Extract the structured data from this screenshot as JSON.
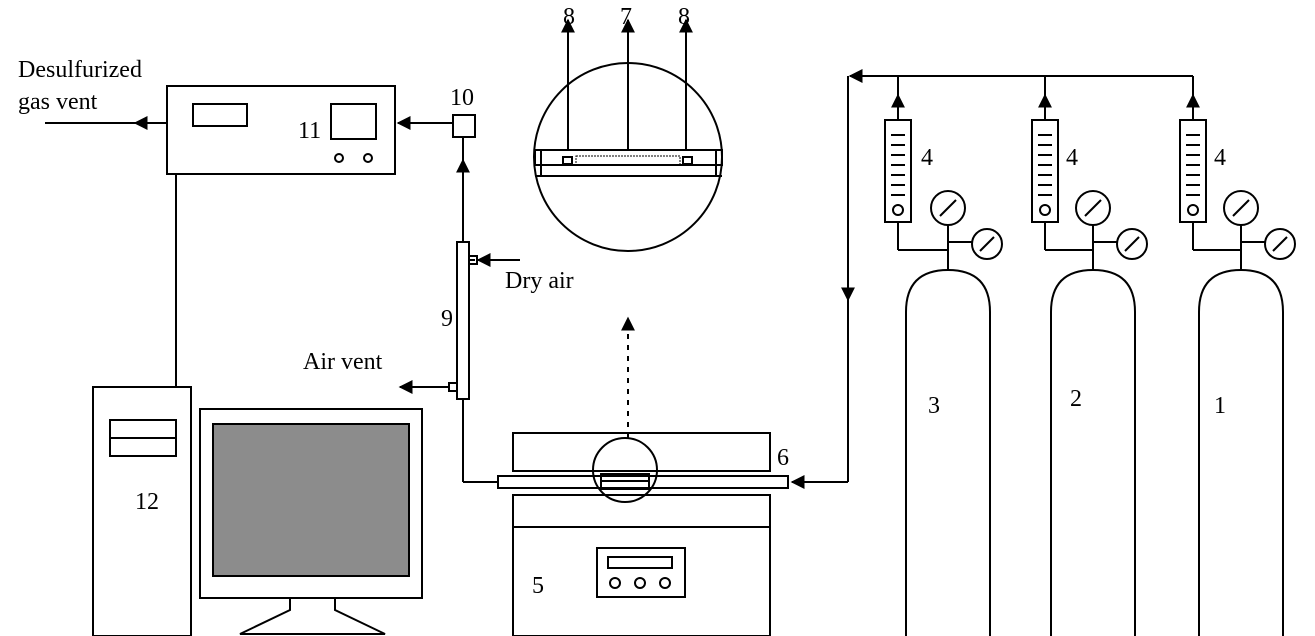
{
  "labels": {
    "desulfurized_line1": "Desulfurized",
    "desulfurized_line2": "gas vent",
    "dry_air": "Dry air",
    "air_vent": "Air vent"
  },
  "numbers": {
    "n1": "1",
    "n2": "2",
    "n3": "3",
    "n4a": "4",
    "n4b": "4",
    "n4c": "4",
    "n5": "5",
    "n6": "6",
    "n7": "7",
    "n8a": "8",
    "n8b": "8",
    "n9": "9",
    "n10": "10",
    "n11": "11",
    "n12": "12"
  },
  "style": {
    "stroke": "#000000",
    "monitor_screen": "#8c8c8c",
    "background": "#ffffff"
  }
}
